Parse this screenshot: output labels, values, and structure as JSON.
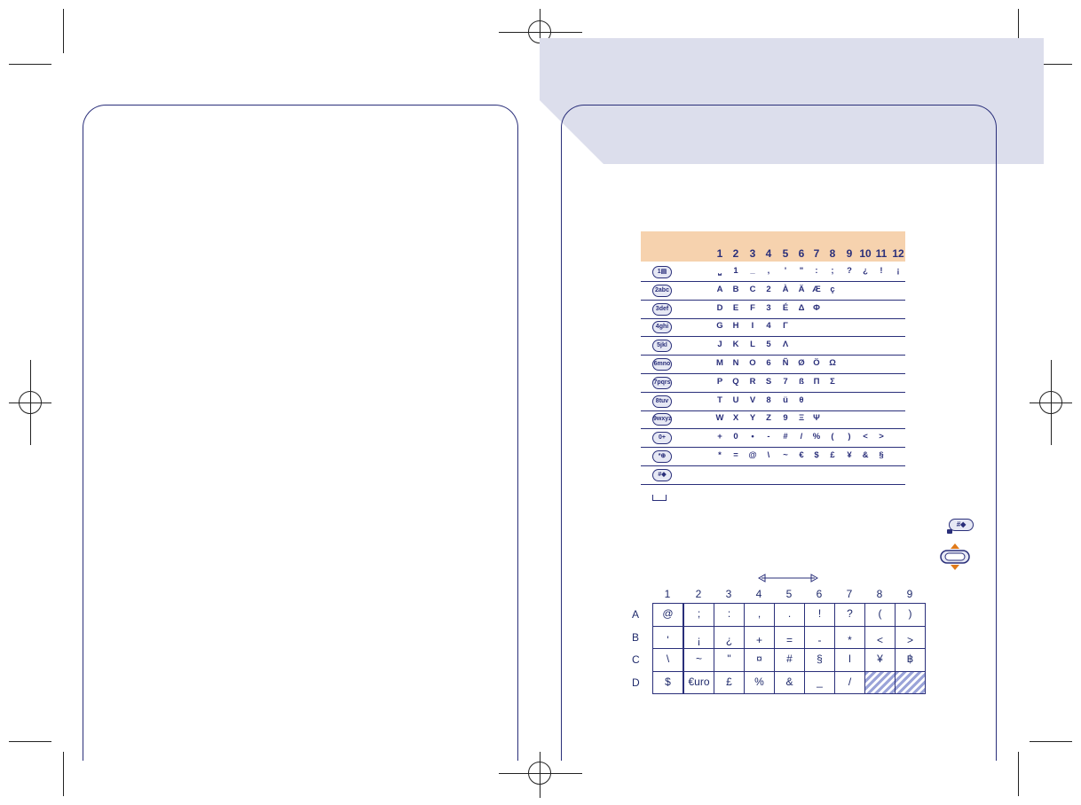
{
  "char_table": {
    "columns": [
      "1",
      "2",
      "3",
      "4",
      "5",
      "6",
      "7",
      "8",
      "9",
      "10",
      "11",
      "12"
    ],
    "rows": [
      {
        "key_icon": "1-key-icon",
        "key_label": "1▤",
        "chars": [
          "⎵",
          "1",
          "_",
          ",",
          "'",
          "\"",
          ":",
          ";",
          "?",
          "¿",
          "!",
          "¡"
        ]
      },
      {
        "key_icon": "2-key-icon",
        "key_label": "2abc",
        "chars": [
          "A",
          "B",
          "C",
          "2",
          "À",
          "Ä",
          "Æ",
          "ç",
          "",
          "",
          "",
          ""
        ]
      },
      {
        "key_icon": "3-key-icon",
        "key_label": "3def",
        "chars": [
          "D",
          "E",
          "F",
          "3",
          "É",
          "Δ",
          "Φ",
          "",
          "",
          "",
          "",
          ""
        ]
      },
      {
        "key_icon": "4-key-icon",
        "key_label": "4ghi",
        "chars": [
          "G",
          "H",
          "I",
          "4",
          "Γ",
          "",
          "",
          "",
          "",
          "",
          "",
          ""
        ]
      },
      {
        "key_icon": "5-key-icon",
        "key_label": "5jkl",
        "chars": [
          "J",
          "K",
          "L",
          "5",
          "Λ",
          "",
          "",
          "",
          "",
          "",
          "",
          ""
        ]
      },
      {
        "key_icon": "6-key-icon",
        "key_label": "6mno",
        "chars": [
          "M",
          "N",
          "O",
          "6",
          "Ñ",
          "Ø",
          "Ö",
          "Ω",
          "",
          "",
          "",
          ""
        ]
      },
      {
        "key_icon": "7-key-icon",
        "key_label": "7pqrs",
        "chars": [
          "P",
          "Q",
          "R",
          "S",
          "7",
          "ß",
          "Π",
          "Σ",
          "",
          "",
          "",
          ""
        ]
      },
      {
        "key_icon": "8-key-icon",
        "key_label": "8tuv",
        "chars": [
          "T",
          "U",
          "V",
          "8",
          "ü",
          "θ",
          "",
          "",
          "",
          "",
          "",
          ""
        ]
      },
      {
        "key_icon": "9-key-icon",
        "key_label": "9wxyz",
        "chars": [
          "W",
          "X",
          "Y",
          "Z",
          "9",
          "Ξ",
          "Ψ",
          "",
          "",
          "",
          "",
          ""
        ]
      },
      {
        "key_icon": "0-key-icon",
        "key_label": "0+",
        "chars": [
          "+",
          "0",
          "•",
          "-",
          "#",
          "/",
          "%",
          "(",
          ")",
          "<",
          ">",
          ""
        ]
      },
      {
        "key_icon": "star-key-icon",
        "key_label": "*⊕",
        "chars": [
          "*",
          "=",
          "@",
          "\\",
          "~",
          "€",
          "$",
          "£",
          "¥",
          "&",
          "§",
          ""
        ]
      },
      {
        "key_icon": "hash-key-icon",
        "key_label": "#◆",
        "chars": [
          "",
          "",
          "",
          "",
          "",
          "",
          "",
          "",
          "",
          "",
          "",
          ""
        ]
      }
    ],
    "space_symbol": "⎵"
  },
  "side_icons": {
    "hash_key_label": "#◆",
    "lock_icon": "🔒",
    "nav_key_label": ""
  },
  "symbol_grid": {
    "col_headers": [
      "1",
      "2",
      "3",
      "4",
      "5",
      "6",
      "7",
      "8",
      "9"
    ],
    "row_headers": [
      "A",
      "B",
      "C",
      "D"
    ],
    "rows": [
      [
        "@",
        ";",
        ":",
        ",",
        ".",
        "!",
        "?",
        "(",
        ")"
      ],
      [
        "'",
        "¡",
        "¿",
        "+",
        "=",
        "-",
        "*",
        "<",
        ">"
      ],
      [
        "\\",
        "~",
        "\"",
        "¤",
        "#",
        "§",
        "l",
        "¥",
        "฿"
      ],
      [
        "$",
        "€uro",
        "£",
        "%",
        "&",
        "_",
        "/",
        "",
        ""
      ]
    ]
  }
}
